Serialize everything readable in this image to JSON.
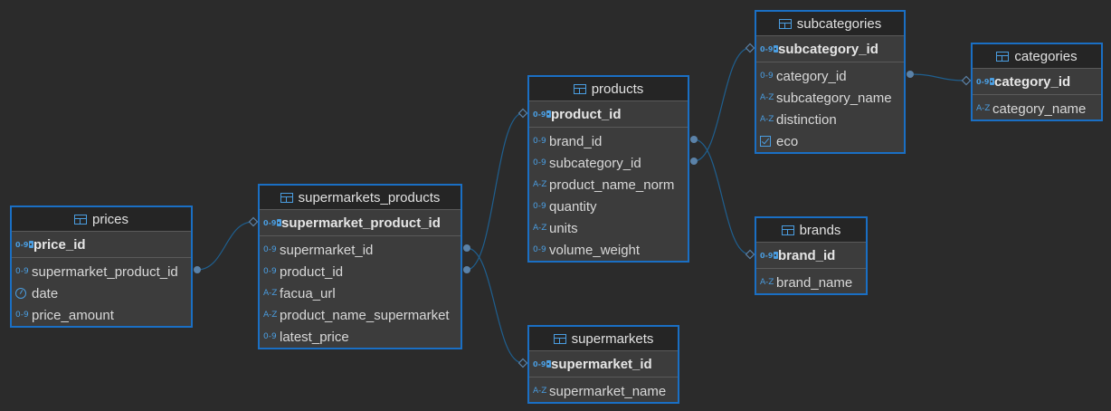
{
  "tables": [
    {
      "name": "prices",
      "pk": "price_id",
      "columns": [
        {
          "name": "supermarket_product_id",
          "type": "0-9"
        },
        {
          "name": "date",
          "type": "date"
        },
        {
          "name": "price_amount",
          "type": "0-9"
        }
      ]
    },
    {
      "name": "supermarkets_products",
      "pk": "supermarket_product_id",
      "columns": [
        {
          "name": "supermarket_id",
          "type": "0-9"
        },
        {
          "name": "product_id",
          "type": "0-9"
        },
        {
          "name": "facua_url",
          "type": "A-Z"
        },
        {
          "name": "product_name_supermarket",
          "type": "A-Z"
        },
        {
          "name": "latest_price",
          "type": "0-9"
        }
      ]
    },
    {
      "name": "products",
      "pk": "product_id",
      "columns": [
        {
          "name": "brand_id",
          "type": "0-9"
        },
        {
          "name": "subcategory_id",
          "type": "0-9"
        },
        {
          "name": "product_name_norm",
          "type": "A-Z"
        },
        {
          "name": "quantity",
          "type": "0-9"
        },
        {
          "name": "units",
          "type": "A-Z"
        },
        {
          "name": "volume_weight",
          "type": "0-9"
        }
      ]
    },
    {
      "name": "subcategories",
      "pk": "subcategory_id",
      "columns": [
        {
          "name": "category_id",
          "type": "0-9"
        },
        {
          "name": "subcategory_name",
          "type": "A-Z"
        },
        {
          "name": "distinction",
          "type": "A-Z"
        },
        {
          "name": "eco",
          "type": "bool"
        }
      ]
    },
    {
      "name": "categories",
      "pk": "category_id",
      "columns": [
        {
          "name": "category_name",
          "type": "A-Z"
        }
      ]
    },
    {
      "name": "brands",
      "pk": "brand_id",
      "columns": [
        {
          "name": "brand_name",
          "type": "A-Z"
        }
      ]
    },
    {
      "name": "supermarkets",
      "pk": "supermarket_id",
      "columns": [
        {
          "name": "supermarket_name",
          "type": "A-Z"
        }
      ]
    }
  ],
  "relationships": [
    {
      "from": "prices.supermarket_product_id",
      "to": "supermarkets_products.supermarket_product_id"
    },
    {
      "from": "supermarkets_products.product_id",
      "to": "products.product_id"
    },
    {
      "from": "supermarkets_products.supermarket_id",
      "to": "supermarkets.supermarket_id"
    },
    {
      "from": "products.subcategory_id",
      "to": "subcategories.subcategory_id"
    },
    {
      "from": "products.brand_id",
      "to": "brands.brand_id"
    },
    {
      "from": "subcategories.category_id",
      "to": "categories.category_id"
    }
  ],
  "colors": {
    "background": "#2b2b2b",
    "table_border": "#1a6fc4",
    "icon": "#4a9de0",
    "line": "#1f5f8f",
    "dot": "#5b82a8"
  }
}
